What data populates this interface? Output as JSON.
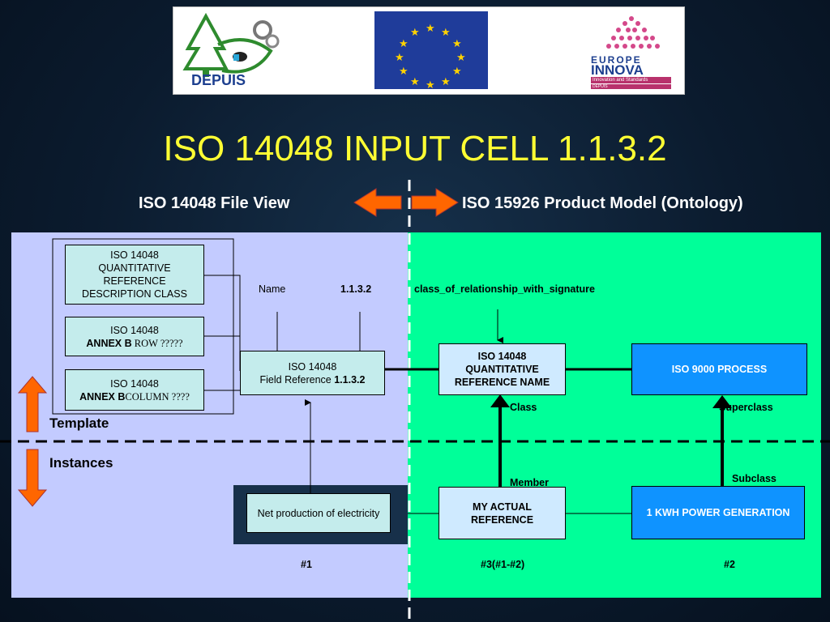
{
  "logos": {
    "depuis_text": "DEPUIS",
    "innova_line1": "EUROPE",
    "innova_line2": "INNOVA",
    "innova_tagline": "Innovation and Standards",
    "innova_sub": "DEPUIS"
  },
  "title": "ISO 14048 INPUT CELL 1.1.3.2",
  "subheads": {
    "left": "ISO 14048 File View",
    "right": "ISO 15926 Product Model (Ontology)"
  },
  "left_panel": {
    "class_box": [
      "ISO 14048",
      "QUANTITATIVE",
      "REFERENCE",
      "DESCRIPTION CLASS"
    ],
    "row_box": {
      "line1": "ISO 14048",
      "prefix": "ANNEX B",
      "suffix": " ROW ?????"
    },
    "column_box": {
      "line1": "ISO 14048",
      "prefix": "ANNEX B",
      "suffix": "COLUMN ????"
    },
    "field_box": {
      "line1": "ISO 14048",
      "line2": "Field Reference ",
      "line2_bold": "1.1.3.2"
    },
    "name_label": "Name",
    "name_value": "1.1.3.2",
    "template_label": "Template",
    "instances_label": "Instances",
    "net_box": "Net production of electricity",
    "id_left": "#1"
  },
  "right_panel": {
    "relationship_label": "class_of_relationship_with_signature",
    "ref_name_box": [
      "ISO 14048",
      "QUANTITATIVE",
      "REFERENCE NAME"
    ],
    "process_box": "ISO 9000 PROCESS",
    "class_label": "Class",
    "superclass_label": "Superclass",
    "member_label": "Member",
    "subclass_label": "Subclass",
    "actual_box": [
      "MY ACTUAL",
      "REFERENCE"
    ],
    "power_box": "1 KWH POWER GENERATION",
    "id_mid": "#3(#1-#2)",
    "id_right": "#2"
  },
  "colors": {
    "title": "#ffff33",
    "left_panel": "#c3cbff",
    "right_panel": "#00ff99",
    "arrow": "#ff6600",
    "blue_box": "#0f93ff"
  }
}
